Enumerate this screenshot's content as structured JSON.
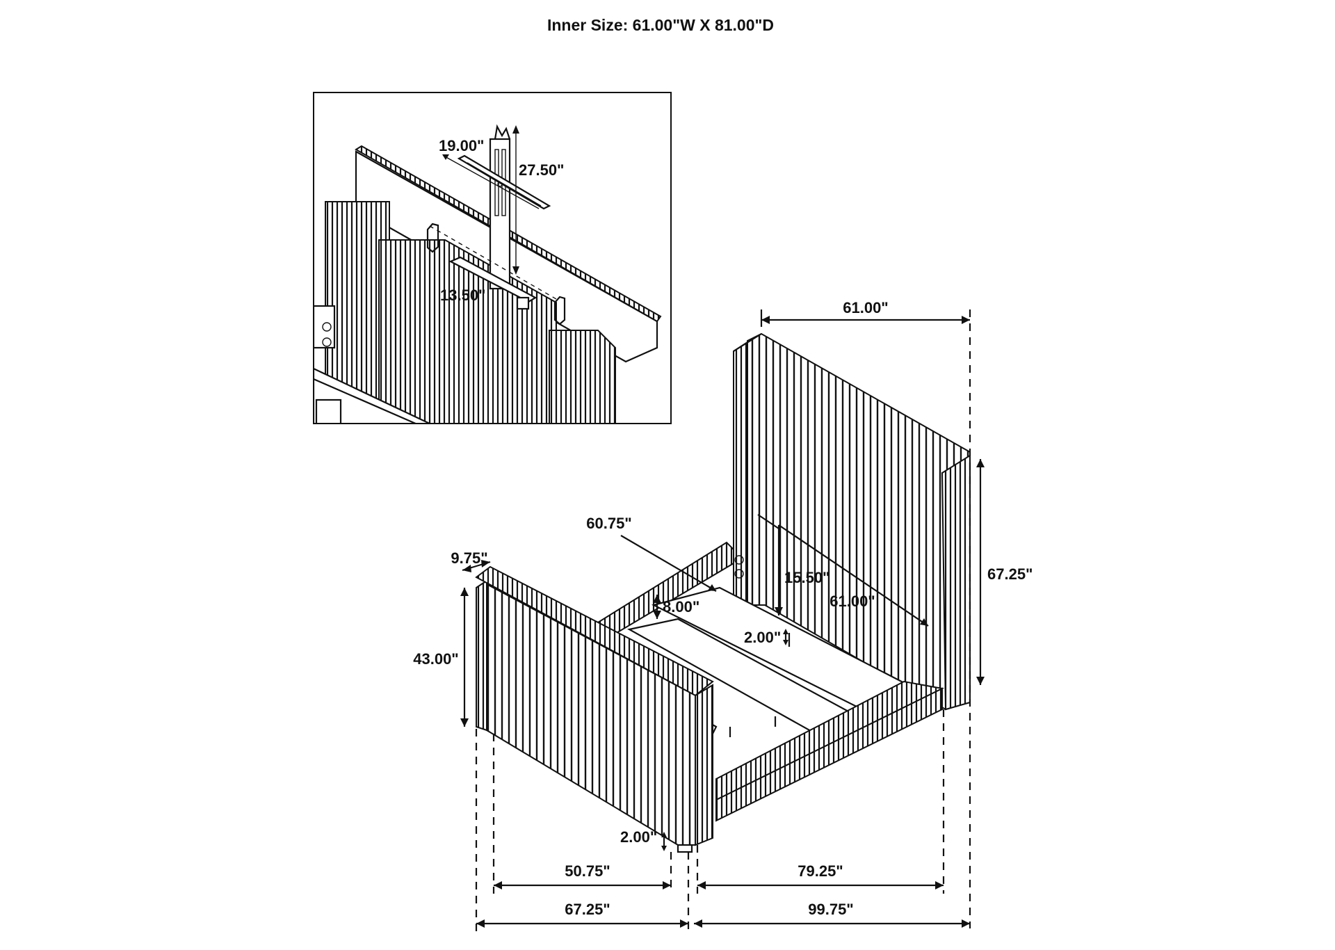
{
  "title": "Inner Size: 61.00\"W X 81.00\"D",
  "inset_labels": {
    "hanger_width": "19.00\"",
    "hanger_height": "27.50\"",
    "bracket_width": "13.50\""
  },
  "dimensions": {
    "headboard_top_width": "61.00\"",
    "rail_length": "60.75\"",
    "footboard_depth": "9.75\"",
    "slat_drop": "15.50\"",
    "slat_width": "61.00\"",
    "rail_height": "8.00\"",
    "leg_clearance_center": "2.00\"",
    "headboard_height": "67.25\"",
    "footboard_height": "43.00\"",
    "leg_clearance_foot": "2.00\"",
    "footboard_inner_width": "50.75\"",
    "footboard_outer_width": "67.25\"",
    "side_inner_length": "79.25\"",
    "overall_length": "99.75\""
  }
}
